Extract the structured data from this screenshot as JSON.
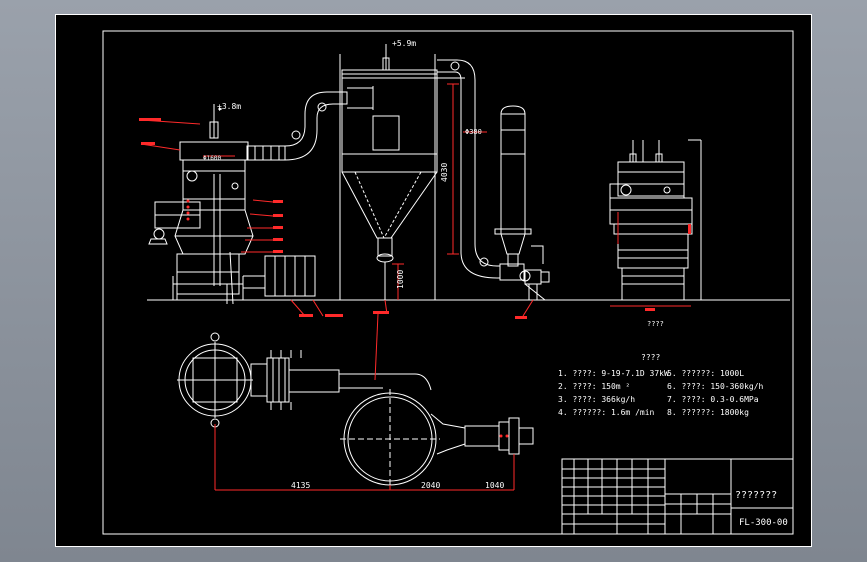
{
  "colors": {
    "background": "#000000",
    "lines": "#ffffff",
    "leaders": "#ff2a2a",
    "viewport": "#8d949e"
  },
  "dimensions": {
    "top_exhaust": "+5.9m",
    "left_exhaust": "+3.8m",
    "dryer_diameter": "Φ1600",
    "pipe_diameter": "Φ380",
    "vertical_4030": "4030",
    "vertical_1000": "1000",
    "plan_4135": "4135",
    "plan_2040": "2040",
    "plan_1040": "1040"
  },
  "side_view_label": "????",
  "specs": {
    "title": "????",
    "items": [
      "1. ????: 9-19-7.1D 37kW",
      "2. ????: 150m ²",
      "3. ????: 366kg/h",
      "4. ??????: 1.6m /min",
      "5. ??????: 1000L",
      "6. ????: 150-360kg/h",
      "7. ????: 0.3-0.6MPa",
      "8. ??????: 1800kg"
    ]
  },
  "title_block": {
    "name": "???????",
    "drawing_no": "FL-300-00"
  }
}
